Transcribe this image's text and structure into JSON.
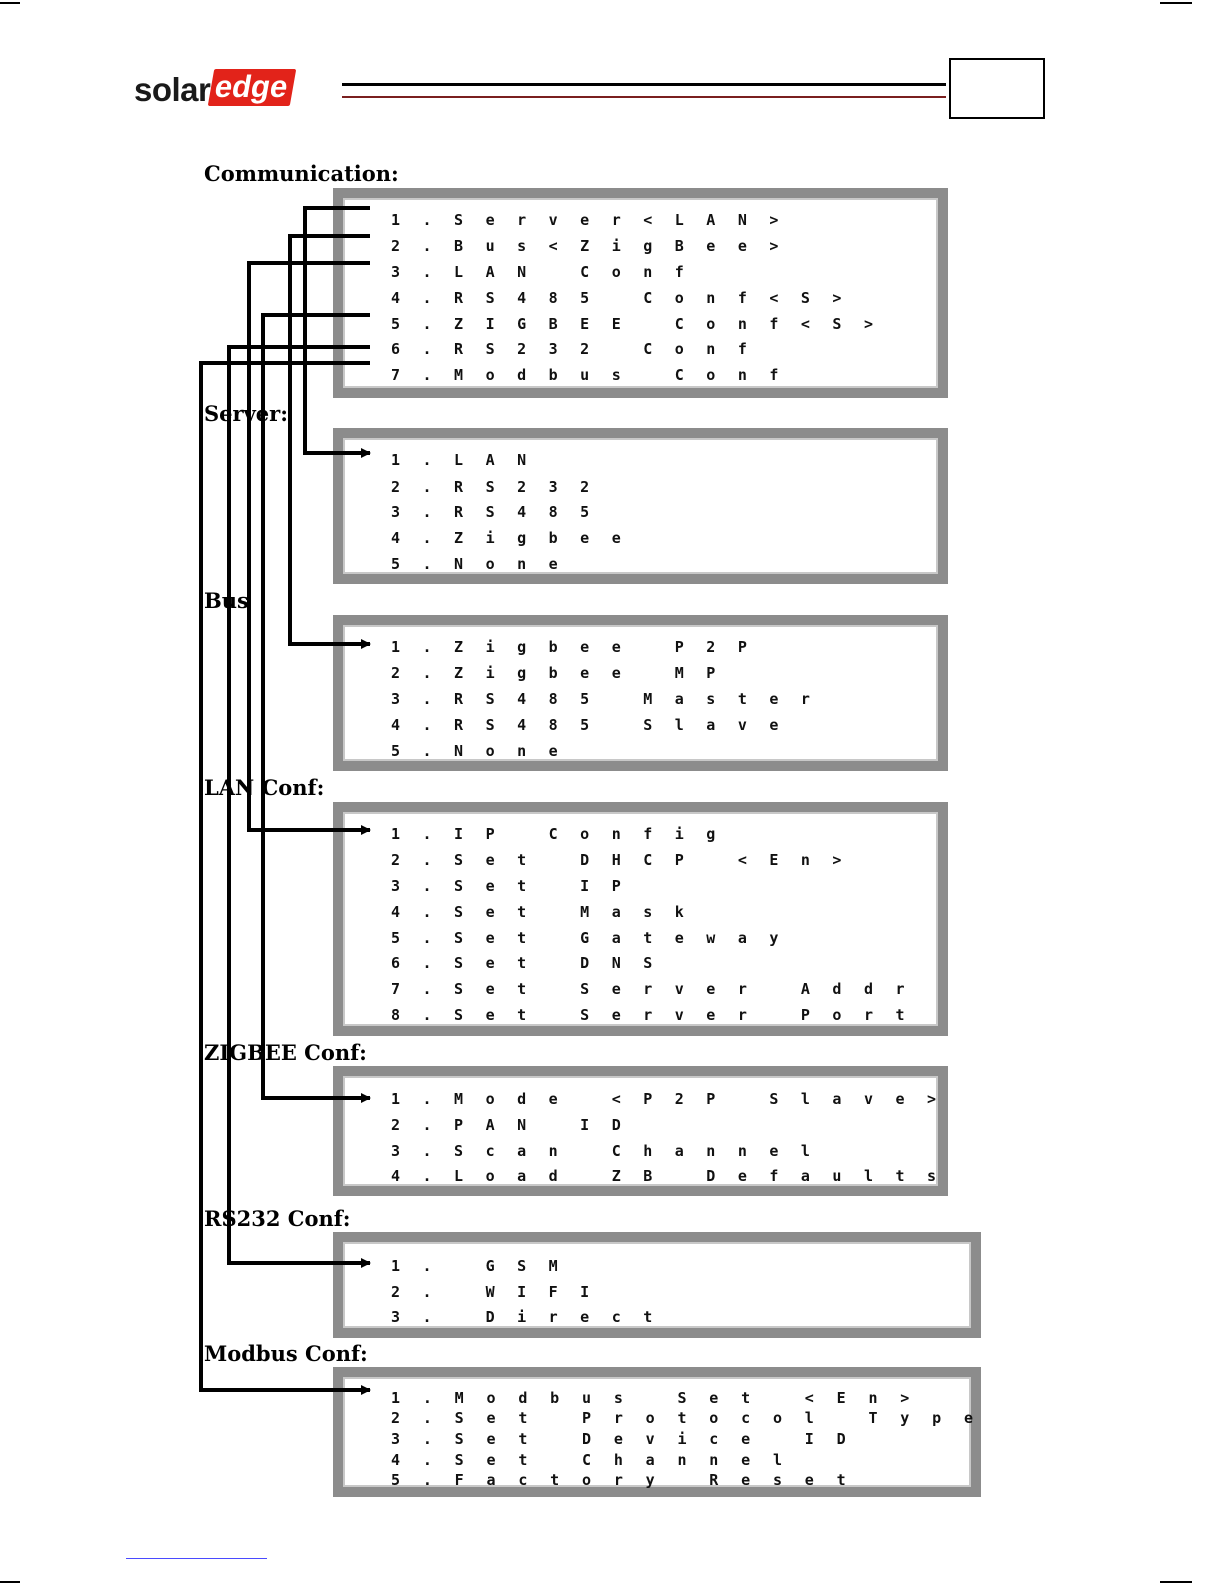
{
  "header": {
    "logo_part1": "solar",
    "logo_part2": "edge"
  },
  "sections": {
    "communication": {
      "title": "Communication:",
      "items": [
        "1.Server<LAN>",
        "2.Bus<ZigBee>",
        "3.LAN Conf",
        "4.RS485 Conf<S>",
        "5.ZIGBEE Conf<S>",
        "6.RS232 Conf",
        "7.Modbus Conf"
      ]
    },
    "server": {
      "title": "Server:",
      "items": [
        "1.LAN",
        "2.RS232",
        "3.RS485",
        "4.Zigbee",
        "5.None"
      ]
    },
    "bus": {
      "title": "Bus",
      "items": [
        "1.Zigbee P2P",
        "2.Zigbee MP",
        "3.RS485 Master",
        "4.RS485 Slave",
        "5.None"
      ]
    },
    "lan_conf": {
      "title": "LAN Conf:",
      "items": [
        "1.IP Config",
        "2.Set DHCP <En>",
        "3.Set IP",
        "4.Set Mask",
        "5.Set Gateway",
        "6.Set DNS",
        "7.Set Server Addr",
        "8.Set Server Port"
      ]
    },
    "zigbee_conf": {
      "title": "ZIGBEE Conf:",
      "items": [
        "1.Mode <P2P Slave>",
        "2.PAN ID",
        "3.Scan Channel",
        "4.Load ZB Defaults"
      ]
    },
    "rs232_conf": {
      "title": "RS232 Conf:",
      "items": [
        "1. GSM",
        "2. WIFI",
        "3. Direct"
      ]
    },
    "modbus_conf": {
      "title": "Modbus Conf:",
      "items": [
        "1.Modbus Set <En>",
        "2.Set Protocol Type",
        "3.Set Device ID",
        "4.Set Channel",
        "5.Factory Reset"
      ]
    }
  },
  "colors": {
    "panel_border": "#8c8c8c",
    "connector": "#000000",
    "logo_accent": "#e2231a"
  }
}
